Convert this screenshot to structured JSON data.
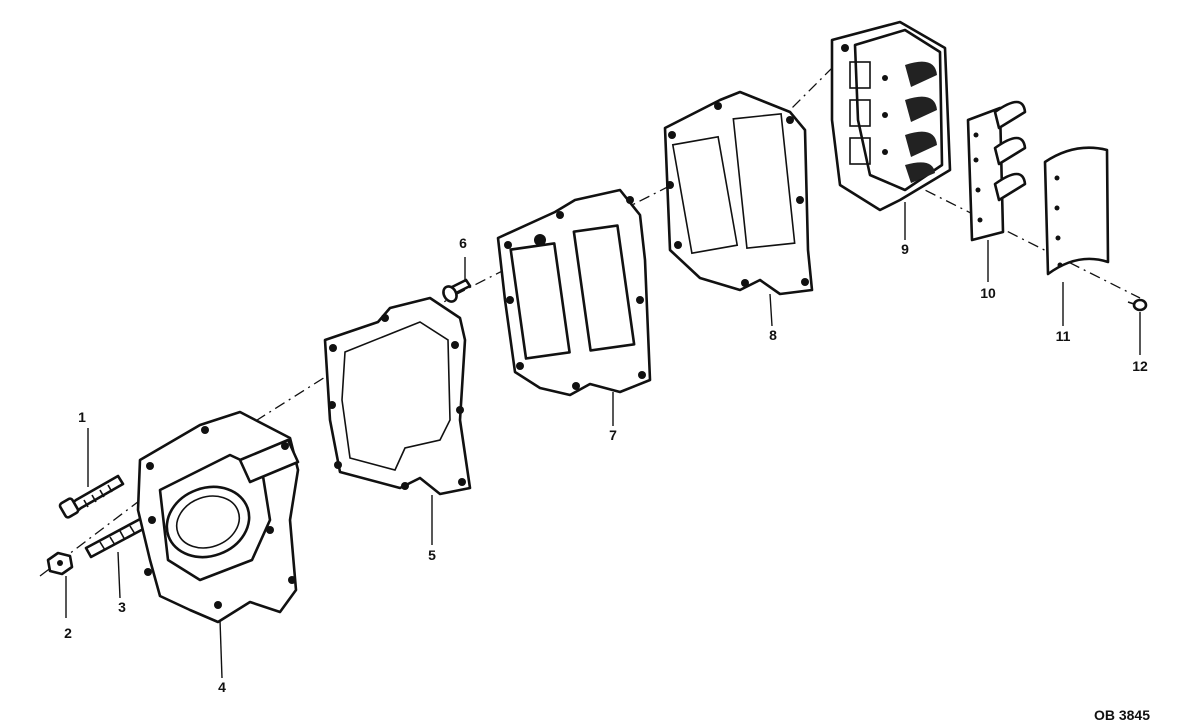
{
  "drawing_code": "OB 3845",
  "callouts": [
    {
      "id": "1",
      "label": "1"
    },
    {
      "id": "2",
      "label": "2"
    },
    {
      "id": "3",
      "label": "3"
    },
    {
      "id": "4",
      "label": "4"
    },
    {
      "id": "5",
      "label": "5"
    },
    {
      "id": "6",
      "label": "6"
    },
    {
      "id": "7",
      "label": "7"
    },
    {
      "id": "8",
      "label": "8"
    },
    {
      "id": "9",
      "label": "9"
    },
    {
      "id": "10",
      "label": "10"
    },
    {
      "id": "11",
      "label": "11"
    },
    {
      "id": "12",
      "label": "12"
    }
  ],
  "colors": {
    "ink": "#111111",
    "paper": "#ffffff"
  }
}
